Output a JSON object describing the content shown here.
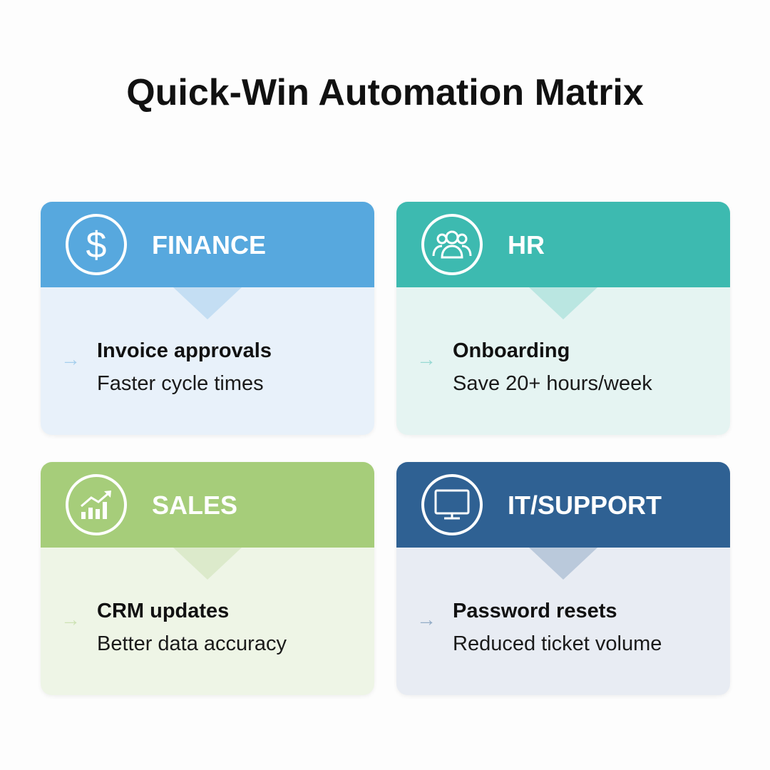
{
  "title": "Quick-Win Automation Matrix",
  "cards": [
    {
      "label": "FINANCE",
      "icon": "dollar-icon",
      "item": "Invoice approvals",
      "benefit": "Faster cycle times",
      "color": "#57a8de",
      "bg": "#e8f1fa"
    },
    {
      "label": "HR",
      "icon": "people-icon",
      "item": "Onboarding",
      "benefit": "Save 20+ hours/week",
      "color": "#3dbab0",
      "bg": "#e5f4f2"
    },
    {
      "label": "SALES",
      "icon": "growth-chart-icon",
      "item": "CRM updates",
      "benefit": "Better data accuracy",
      "color": "#a6cd7a",
      "bg": "#eef5e6"
    },
    {
      "label": "IT/SUPPORT",
      "icon": "monitor-icon",
      "item": "Password resets",
      "benefit": "Reduced ticket volume",
      "color": "#2f6193",
      "bg": "#e8ecf3"
    }
  ]
}
